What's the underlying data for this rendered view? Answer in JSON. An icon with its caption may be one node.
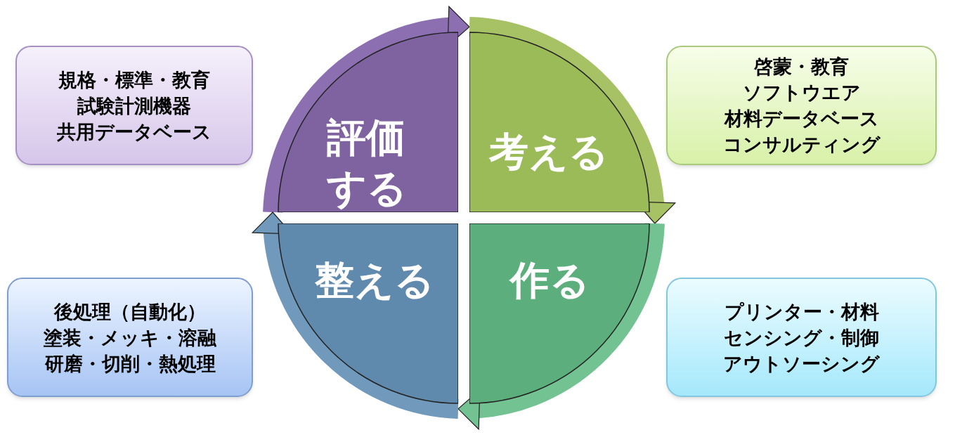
{
  "diagram": {
    "nodes": [
      {
        "text": [
          "規格・標準・教育",
          "試験計測機器",
          "共用データベース"
        ]
      },
      {
        "text": [
          "評価する"
        ]
      },
      {
        "text": [
          "考える"
        ]
      },
      {
        "text": [
          "啓蒙・教育",
          "ソフトウエア",
          "材料データベース",
          "コンサルティング"
        ]
      },
      {
        "text": [
          "後処理（自動化）",
          "塗装・メッキ・溶融",
          "研磨・切削・熱処理"
        ]
      },
      {
        "text": [
          "整える"
        ]
      },
      {
        "text": [
          "作る"
        ]
      },
      {
        "text": [
          "プリンター・材料",
          "センシング・制御",
          "アウトソーシング"
        ]
      }
    ],
    "edges": [
      {
        "from": 1,
        "to": 2,
        "arrow": "to",
        "color": "#8c6fb0"
      },
      {
        "from": 2,
        "to": 6,
        "arrow": "to",
        "color": "#a6c265"
      },
      {
        "from": 6,
        "to": 5,
        "arrow": "to",
        "color": "#72c292"
      },
      {
        "from": 5,
        "to": 1,
        "arrow": "to",
        "color": "#7099bb"
      }
    ]
  }
}
